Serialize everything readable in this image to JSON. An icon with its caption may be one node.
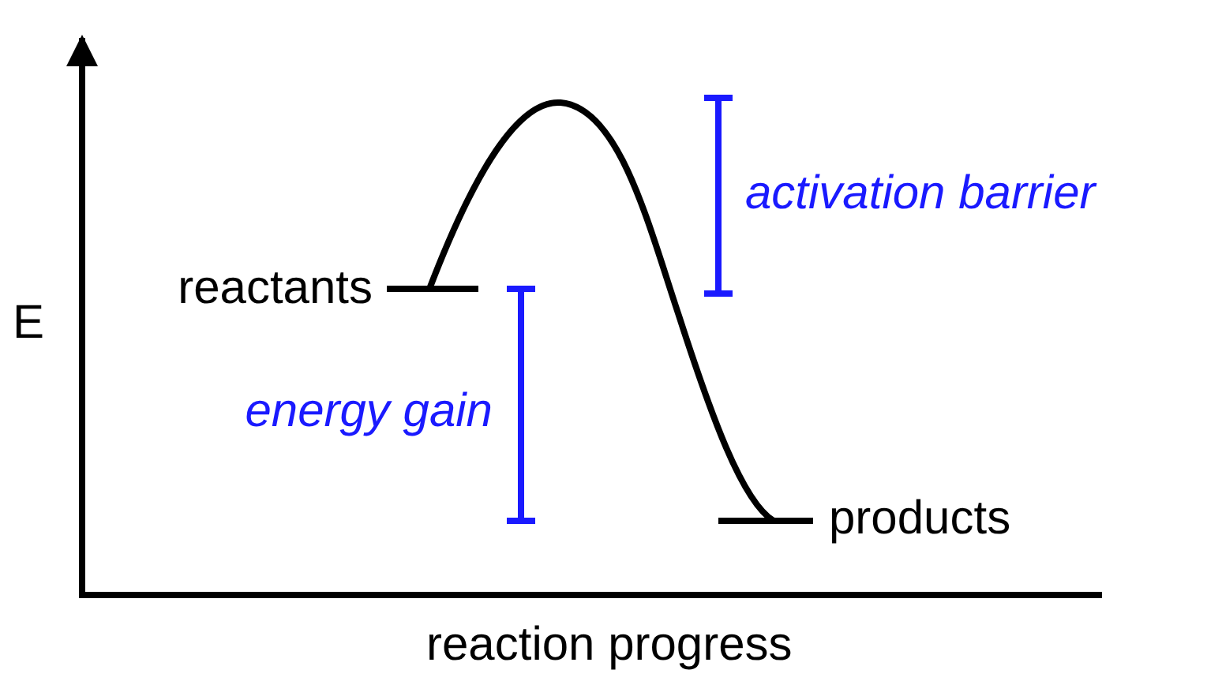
{
  "diagram": {
    "labels": [
      "activation barrier",
      "reactants",
      "E",
      "energy gain",
      "products",
      "reaction progress"
    ]
  }
}
